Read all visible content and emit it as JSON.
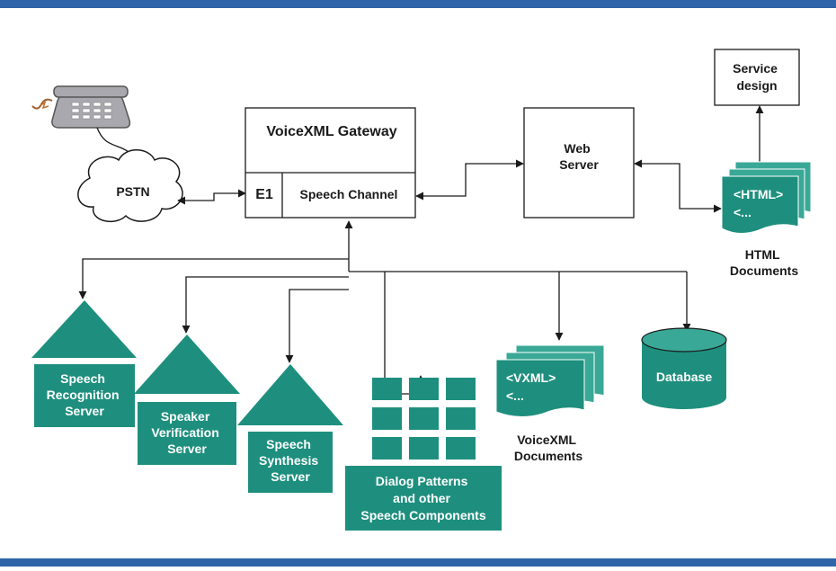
{
  "colors": {
    "frame": "#2f64a8",
    "teal": "#1e8f7e",
    "tealLight": "#3aa897",
    "line": "#1a1a1a",
    "cloud": "#ffffff",
    "phone": "#a8a8ae"
  },
  "icons": {
    "phone": "telephone-icon",
    "cloud": "cloud-icon"
  },
  "diagram": {
    "pstn": "PSTN",
    "gateway": {
      "title": "VoiceXML Gateway",
      "e1": "E1",
      "channel": "Speech Channel"
    },
    "web_server": [
      "Web",
      "Server"
    ],
    "service_design": [
      "Service",
      "design"
    ],
    "html_docs": {
      "code": [
        "<HTML>",
        "<..."
      ],
      "caption": [
        "HTML",
        "Documents"
      ]
    },
    "vxml_docs": {
      "code": [
        "<VXML>",
        "<..."
      ],
      "caption": [
        "VoiceXML",
        "Documents"
      ]
    },
    "database": "Database",
    "speech_recognition": [
      "Speech",
      "Recognition",
      "Server"
    ],
    "speaker_verification": [
      "Speaker",
      "Verification",
      "Server"
    ],
    "speech_synthesis": [
      "Speech",
      "Synthesis",
      "Server"
    ],
    "dialog_patterns": [
      "Dialog Patterns",
      "and other",
      "Speech Components"
    ]
  }
}
